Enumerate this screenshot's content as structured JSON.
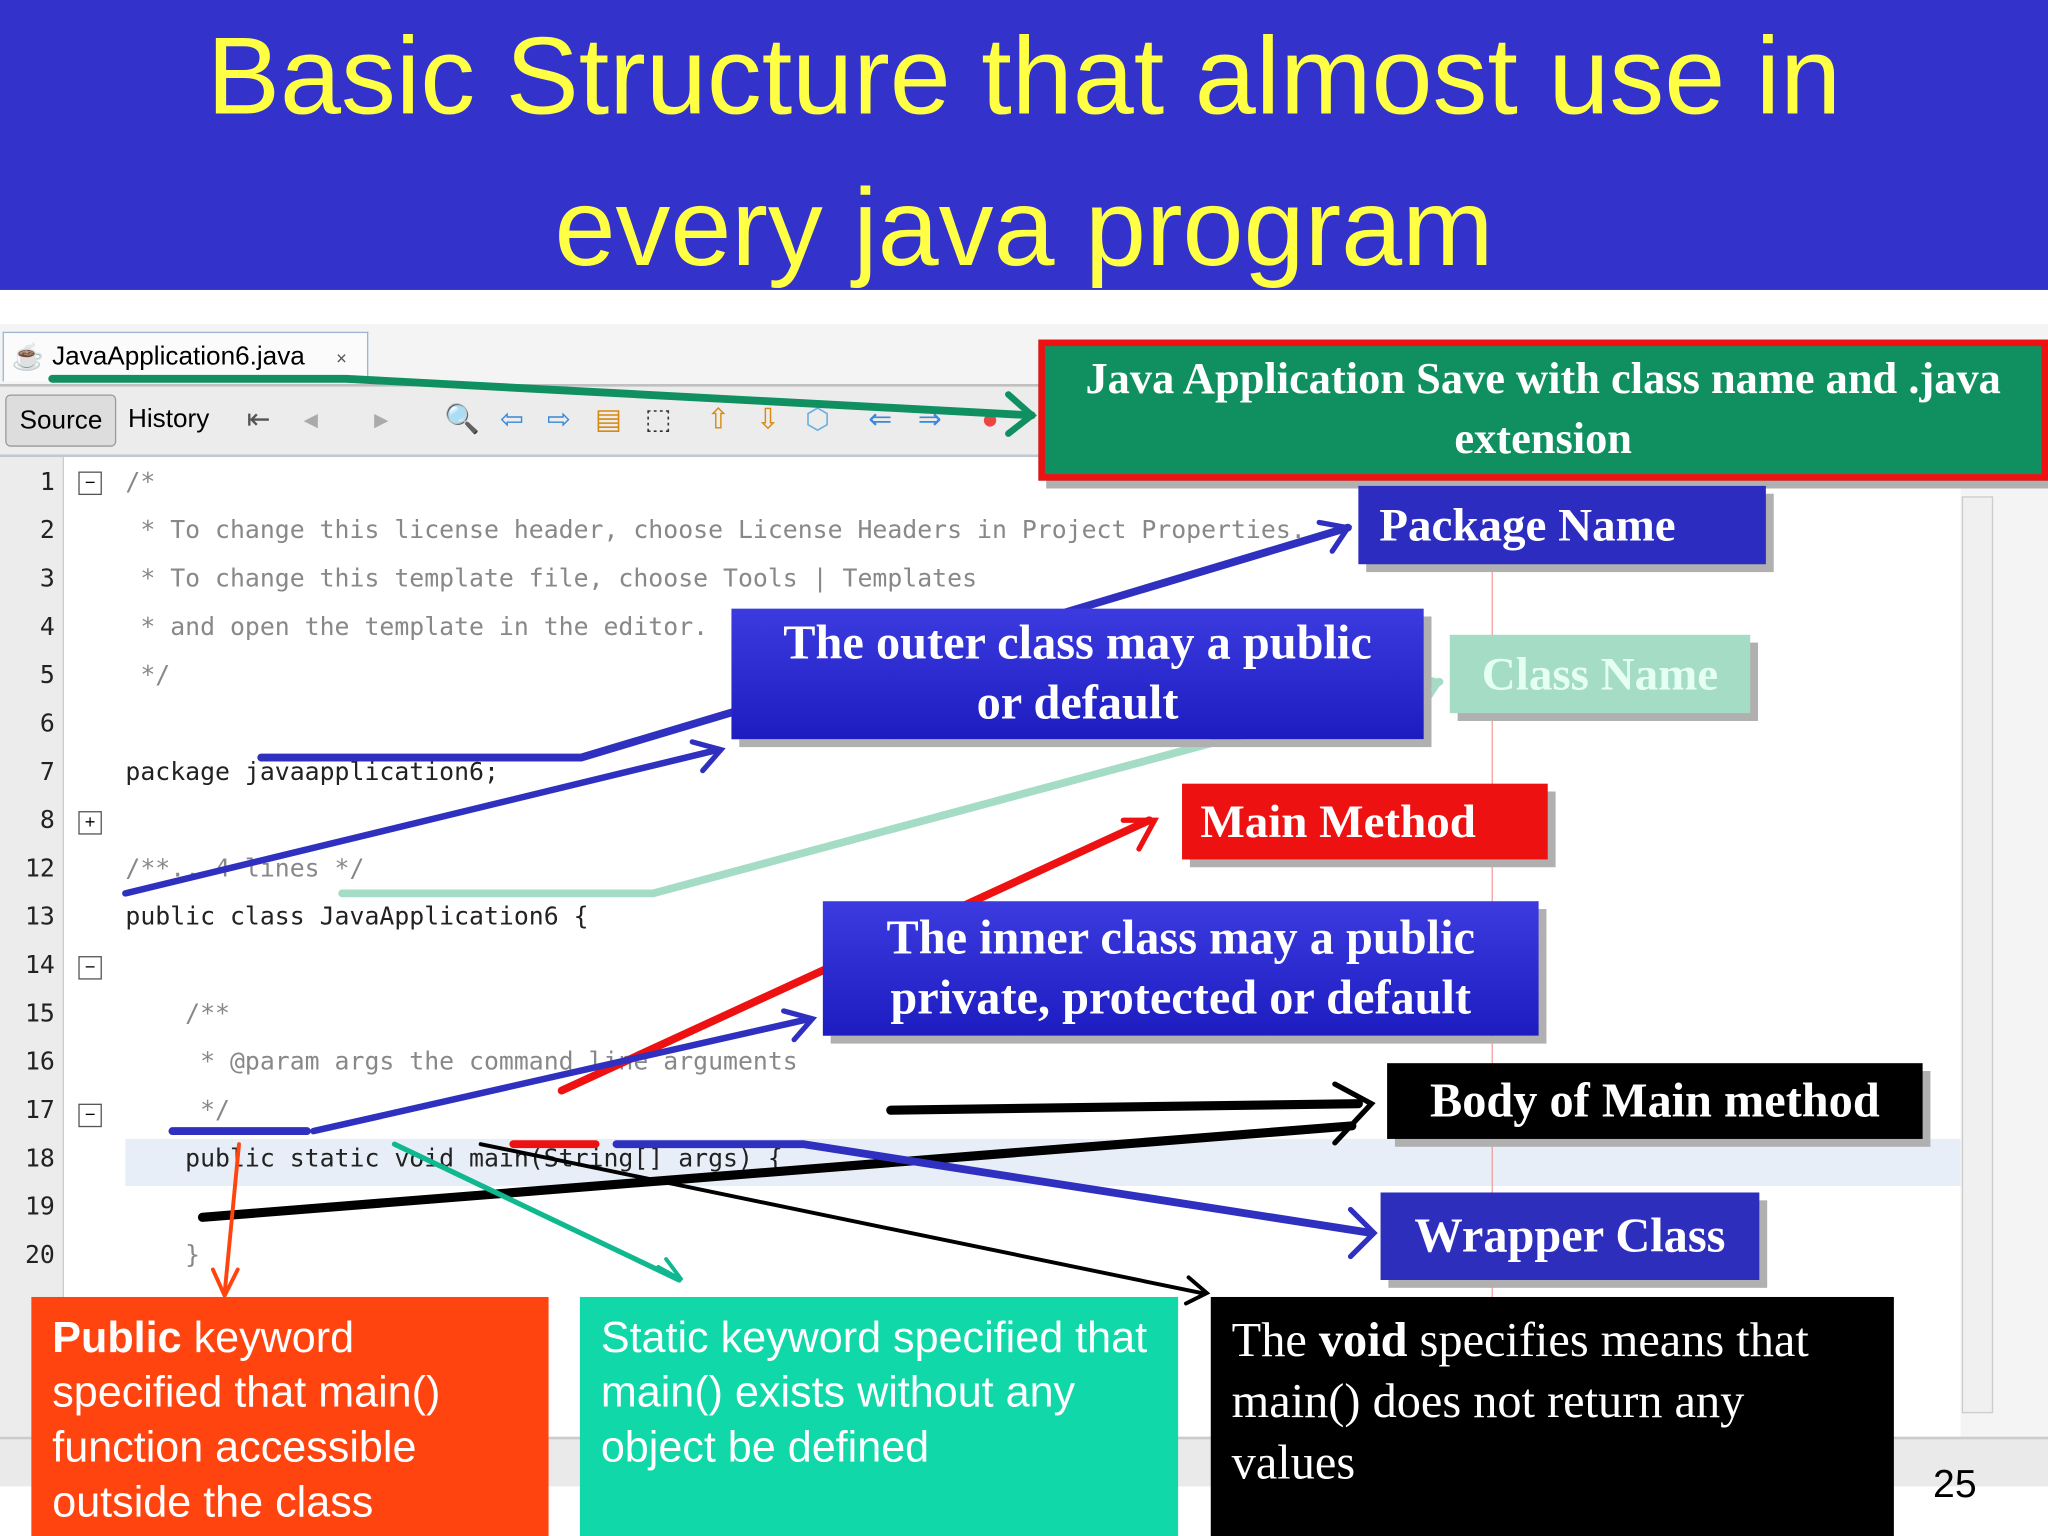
{
  "slide": {
    "title_line1": "Basic Structure that almost use in",
    "title_line2": "every java program",
    "slide_number": "25"
  },
  "ide": {
    "tab_label": "JavaApplication6.java",
    "tab_close": "×",
    "toolbar": {
      "source_label": "Source",
      "history_label": "History"
    },
    "line_numbers": [
      "1",
      "2",
      "3",
      "4",
      "5",
      "6",
      "7",
      "8",
      "12",
      "13",
      "14",
      "15",
      "16",
      "17",
      "18",
      "19",
      "20"
    ],
    "code_lines": [
      "/*",
      " * To change this license header, choose License Headers in Project Properties.",
      " * To change this template file, choose Tools | Templates",
      " * and open the template in the editor.",
      " */",
      "",
      "package javaapplication6;",
      "",
      "/**...4 lines */",
      "public class JavaApplication6 {",
      "",
      "    /**",
      "     * @param args the command line arguments",
      "     */",
      "    public static void main(String[] args) {",
      "",
      "    }"
    ]
  },
  "callouts": {
    "save": "Java Application Save with class name and .java extension",
    "package": "Package Name",
    "class_name": "Class Name",
    "main_method": "Main Method",
    "outer_class": "The outer class may a public or default",
    "inner_class": "The inner class may a public private, protected or default",
    "body": "Body of Main method",
    "wrapper": "Wrapper Class",
    "public_bold": "Public",
    "public_rest": " keyword specified that main() function accessible outside the class",
    "static": "Static keyword specified that main() exists without any object be defined",
    "void_pre": "The ",
    "void_bold": "void",
    "void_rest": " specifies means that main() does not return any values"
  },
  "colors": {
    "title_bg": "#3333cc",
    "title_text": "#ffff44",
    "save_fill": "#109060",
    "save_border": "#ee1111",
    "blue_callout": "#2c2cc0",
    "mint_callout": "#a4dcc6",
    "red_callout": "#ee1111",
    "orange_callout": "#ff4410",
    "teal_callout": "#10d8a8"
  }
}
